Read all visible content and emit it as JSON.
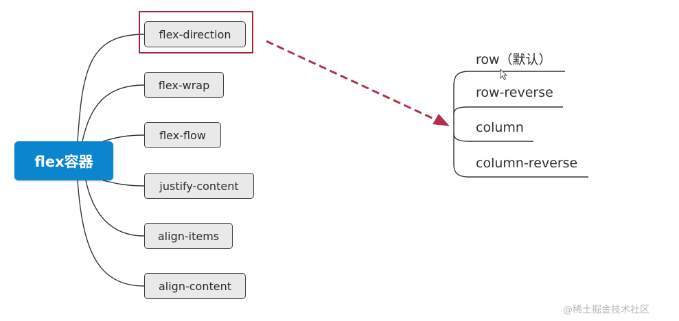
{
  "diagram": {
    "root": {
      "label": "flex容器"
    },
    "properties": [
      {
        "label": "flex-direction",
        "highlighted": true
      },
      {
        "label": "flex-wrap"
      },
      {
        "label": "flex-flow"
      },
      {
        "label": "justify-content"
      },
      {
        "label": "align-items"
      },
      {
        "label": "align-content"
      }
    ],
    "direction_values": [
      {
        "label": "row（默认）"
      },
      {
        "label": "row-reverse"
      },
      {
        "label": "column"
      },
      {
        "label": "column-reverse"
      }
    ]
  },
  "watermark": "@稀土掘金技术社区",
  "colors": {
    "root_fill": "#0a86cf",
    "node_fill": "#e9e9e9",
    "highlight": "#a4243b",
    "arrow": "#b0314a",
    "connector": "#333333"
  }
}
